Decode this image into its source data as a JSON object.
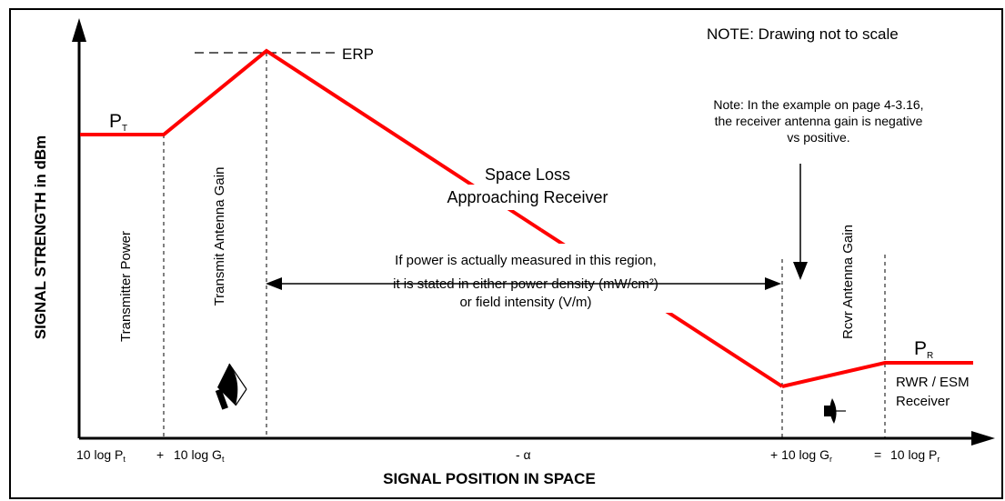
{
  "note_top": "NOTE:  Drawing not to scale",
  "erp_label": "ERP",
  "pt_label": {
    "base": "P",
    "sub": "T"
  },
  "pr_label": {
    "base": "P",
    "sub": "R"
  },
  "y_axis_label": "SIGNAL STRENGTH in dBm",
  "x_axis_label": "SIGNAL POSITION IN SPACE",
  "region_labels": {
    "transmitter_power": "Transmitter Power",
    "transmit_antenna_gain": "Transmit Antenna Gain",
    "rcvr_antenna_gain": "Rcvr Antenna Gain"
  },
  "space_loss": [
    "Space Loss",
    "Approaching Receiver"
  ],
  "example_note": [
    "Note:  In the example on page 4-3.16,",
    "the receiver antenna gain is negative",
    "vs positive."
  ],
  "measurement_note": [
    "If power is actually measured in this region,",
    "it is stated in either power density (mW/cm²)",
    "or field intensity (V/m)"
  ],
  "receiver_label": [
    "RWR / ESM",
    "Receiver"
  ],
  "equation": {
    "term1": "10 log P",
    "term1_sub": "t",
    "plus1": "+",
    "term2": "10 log G",
    "term2_sub": "t",
    "alpha": "- α",
    "term3": "+ 10 log G",
    "term3_sub": "r",
    "equals": "=",
    "term4": "10 log P",
    "term4_sub": "r"
  },
  "colors": {
    "signal_line": "#ff0000",
    "axis": "#000000",
    "border": "#000000"
  }
}
